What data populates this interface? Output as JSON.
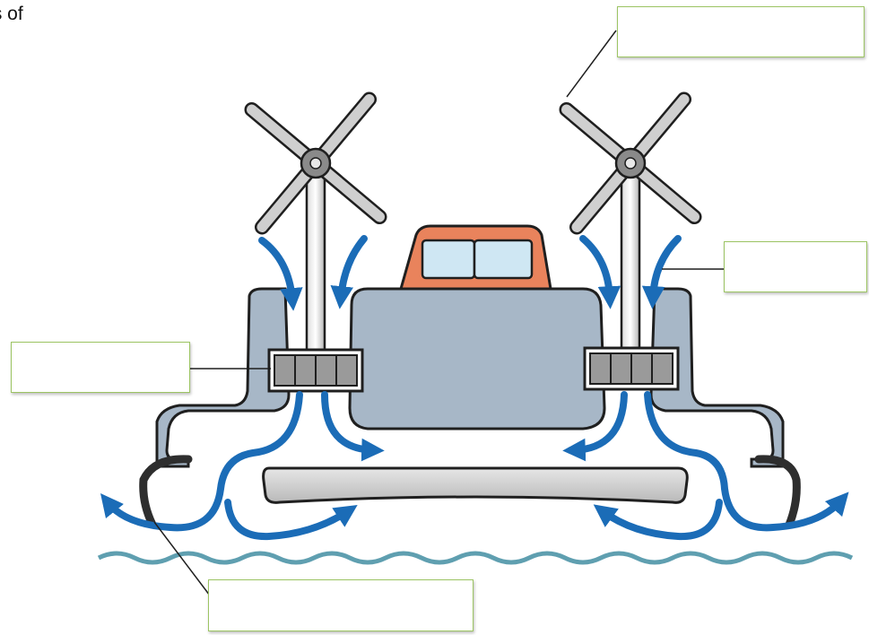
{
  "header": {
    "text": "ts of"
  },
  "label_boxes": [
    {
      "id": "top-right",
      "text": ""
    },
    {
      "id": "right",
      "text": ""
    },
    {
      "id": "left",
      "text": ""
    },
    {
      "id": "bottom",
      "text": ""
    }
  ],
  "colors": {
    "hull": "#a7b7c7",
    "hull_shade": "#8d9eaf",
    "cabin": "#e9835c",
    "window": "#cfe7f3",
    "airflow": "#1b6cb7",
    "water": "#5f9fb0",
    "label_border": "#9cc463",
    "skirt": "#2e2e2e",
    "fan_blade": "#c7c7c7"
  }
}
